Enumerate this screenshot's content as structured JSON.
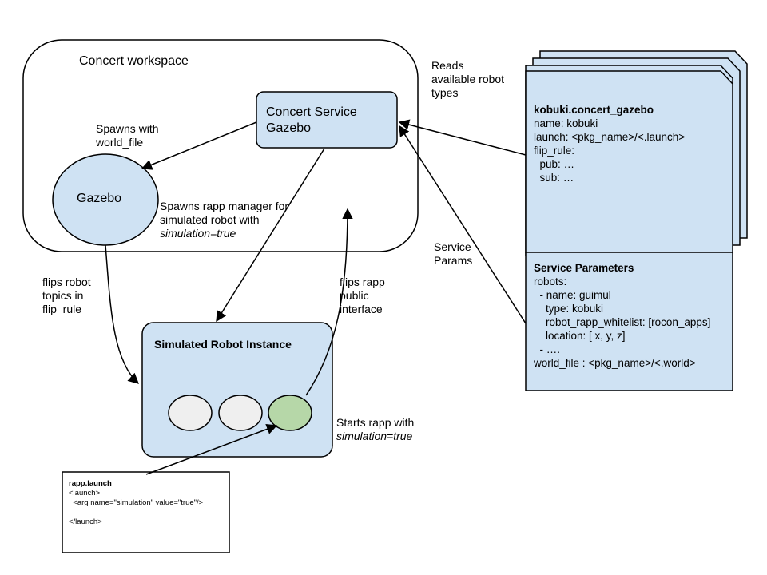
{
  "workspace": {
    "title": "Concert workspace"
  },
  "service_node": {
    "line1": "Concert Service",
    "line2": "Gazebo"
  },
  "gazebo_node": {
    "label": "Gazebo"
  },
  "robot_instance": {
    "title": "Simulated Robot Instance"
  },
  "edge_labels": {
    "spawns_world": [
      "Spawns with",
      "world_file"
    ],
    "spawns_rapp": [
      "Spawns rapp manager for",
      "simulated robot with"
    ],
    "spawns_rapp_param": "simulation=true",
    "flips_topics": [
      "flips robot",
      "topics in",
      "flip_rule"
    ],
    "flips_interface": [
      "flips rapp",
      "public",
      "interface"
    ],
    "reads_types": [
      "Reads",
      "available robot",
      "types"
    ],
    "service_params": [
      "Service",
      "Params"
    ],
    "starts_rapp": "Starts rapp with",
    "starts_rapp_param": "simulation=true"
  },
  "gazebo_doc": {
    "title": "kobuki.concert_gazebo",
    "lines": [
      "name: kobuki",
      "launch: <pkg_name>/<.launch>",
      "flip_rule:",
      "  pub: …",
      "  sub: …"
    ]
  },
  "service_doc": {
    "title": "Service Parameters",
    "lines": [
      "robots:",
      "  - name: guimul",
      "    type: kobuki",
      "    robot_rapp_whitelist: [rocon_apps]",
      "    location: [ x, y, z]",
      "  - ….",
      "world_file : <pkg_name>/<.world>"
    ]
  },
  "rapp_launch": {
    "title": "rapp.launch",
    "lines": [
      "<launch>",
      "  <arg name=\"simulation\" value=\"true\"/>",
      "    …",
      "</launch>"
    ]
  },
  "colors": {
    "node_fill": "#cfe2f3",
    "active_rapp": "#b6d7a8",
    "idle_rapp": "#efefef",
    "stroke": "#000000"
  }
}
